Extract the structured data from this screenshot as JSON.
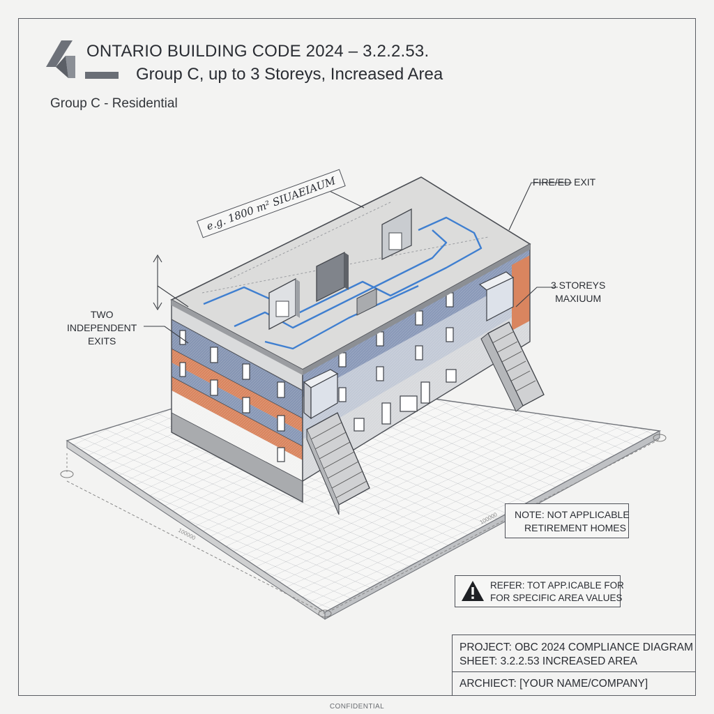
{
  "header": {
    "title_line1": "ONTARIO BUILDING CODE 2024 – 3.2.2.53.",
    "title_line2": "Group C, up to 3 Storeys, Increased Area",
    "subtitle": "Group C - Residential"
  },
  "callouts": {
    "area_label": "e.g. 1800 m² SIUAEIAUM",
    "fire_exit": "FIRE/ED EXIT",
    "storeys_line1": "3 STOREYS",
    "storeys_line2": "MAXIUUM",
    "exits_line1": "TWO",
    "exits_line2": "INDEPENDENT",
    "exits_line3": "EXITS"
  },
  "note": {
    "line1": "NOTE: NOT APPLICABLE",
    "line2": "RETIREMENT HOMES"
  },
  "warning": {
    "icon": "warning-triangle-icon",
    "line1": "REFER: TOT APP.ICABLE FOR",
    "line2": "FOR SPECIFIC AREA VALUES"
  },
  "title_block": {
    "project": "PROJECT: OBC 2024 COMPLIANCE DIAGRAM",
    "sheet": "SHEET: 3.2.2.53 INCREASED AREA",
    "architect": "ARCHIECT: [YOUR NAME/COMPANY]"
  },
  "footer": {
    "text": "CONFIDENTIAL"
  },
  "colors": {
    "accent_blue": "#3f7fd0",
    "facade_blue": "#8494b4",
    "facade_orange": "#d9855f",
    "roof": "#d6d6d4"
  }
}
